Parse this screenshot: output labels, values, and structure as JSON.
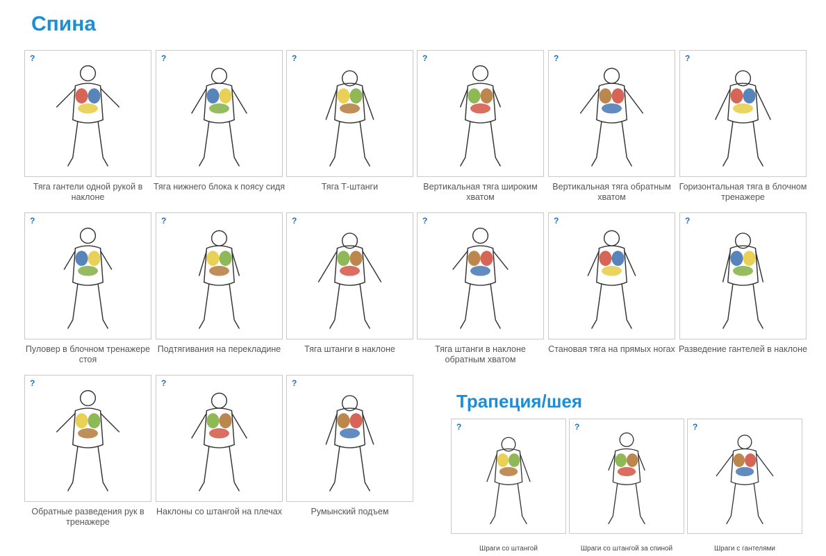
{
  "sections": [
    {
      "title": "Спина",
      "exercises": [
        "Тяга гантели одной рукой в наклоне",
        "Тяга нижнего блока к поясу сидя",
        "Тяга Т-штанги",
        "Вертикальная тяга широким хватом",
        "Вертикальная тяга обратным хватом",
        "Горизонтальная тяга в блочном тренажере",
        "Пуловер в блочном тренажере стоя",
        "Подтягивания на перекладине",
        "Тяга штанги в наклоне",
        "Тяга штанги в наклоне обратным хватом",
        "Становая тяга на прямых ногах",
        "Разведение гантелей в наклоне",
        "Обратные разведения рук в тренажере",
        "Наклоны со штангой на плечах",
        "Румынский подъем"
      ]
    },
    {
      "title": "Трапеция/шея",
      "exercises": [
        "Шраги со штангой",
        "Шраги со штангой за спиной",
        "Шраги с гантелями"
      ]
    }
  ],
  "help_mark": "?",
  "colors": {
    "title": "#1a8fd6",
    "help": "#1a6fc4",
    "muscle": [
      "#d04a3a",
      "#3b6fb0",
      "#e5c93a",
      "#7bab3a",
      "#b0722e"
    ]
  }
}
